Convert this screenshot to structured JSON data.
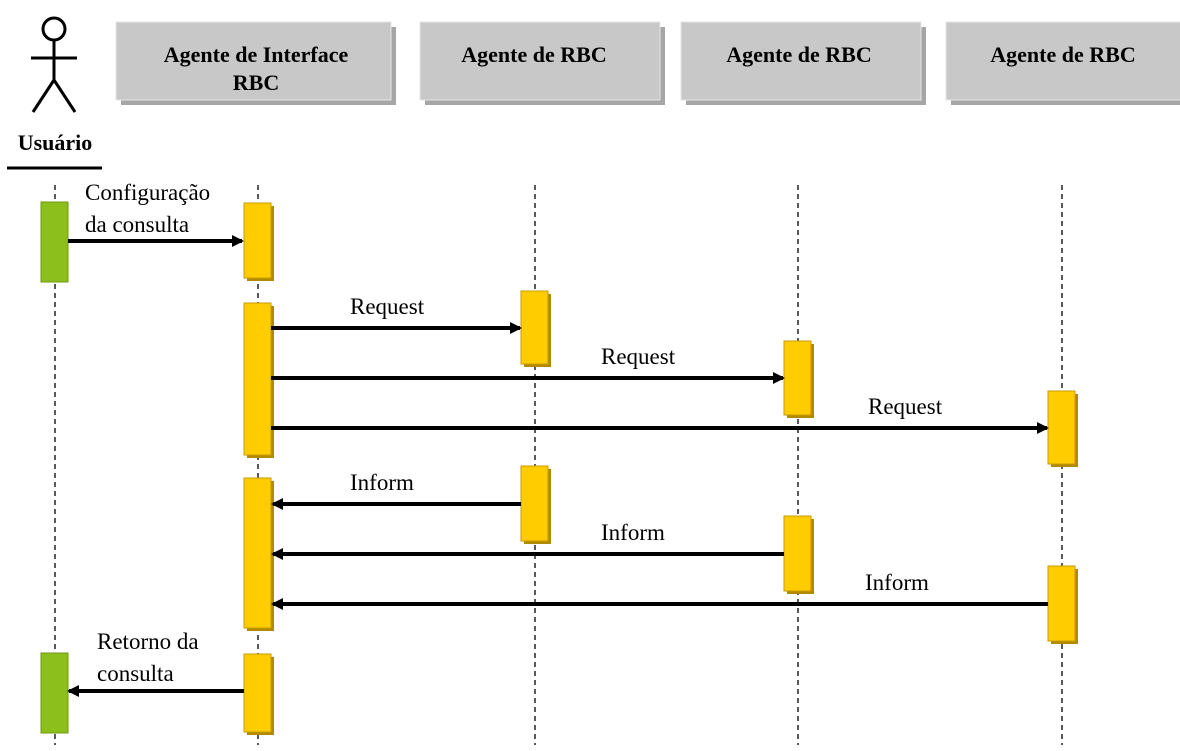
{
  "actor": {
    "label": "Usuário",
    "icon": "stick-figure-icon"
  },
  "participants": [
    {
      "line1": "Agente de Interface",
      "line2": "RBC"
    },
    {
      "line1": "Agente de RBC",
      "line2": ""
    },
    {
      "line1": "Agente de RBC",
      "line2": ""
    },
    {
      "line1": "Agente de RBC",
      "line2": ""
    }
  ],
  "messages": {
    "config_line1": "Configuração",
    "config_line2": "da consulta",
    "request_1": "Request",
    "request_2": "Request",
    "request_3": "Request",
    "inform_1": "Inform",
    "inform_2": "Inform",
    "inform_3": "Inform",
    "return_line1": "Retorno da",
    "return_line2": "consulta"
  },
  "colors": {
    "user_activation": "#8cbf1c",
    "agent_activation": "#ffcc00",
    "header_box": "#c8c8c8",
    "arrow": "#000000"
  }
}
